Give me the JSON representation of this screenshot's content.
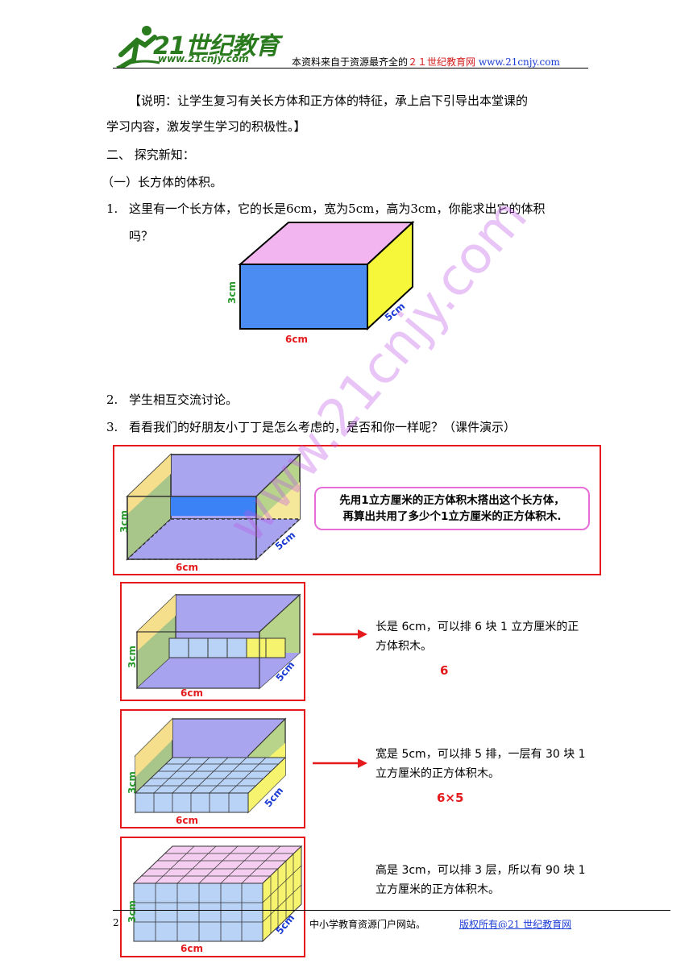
{
  "header": {
    "logo_text": "21世纪教育",
    "logo_url": "www.21cnjy.com",
    "note_prefix": "本资料来自于资源最齐全的",
    "note_site": "２１世纪教育网",
    "note_url": "www.21cnjy.com"
  },
  "body": {
    "explain": "【说明：让学生复习有关长方体和正方体的特征，承上启下引导出本堂课的",
    "explain2": "学习内容，激发学生学习的积极性。】",
    "section": "二、 探究新知：",
    "subsection": "（一）长方体的体积。",
    "q1_num": "1.",
    "q1": "这里有一个长方体，它的长是6cm，宽为5cm，高为3cm，你能求出它的体积",
    "q1b": "吗？",
    "q2_num": "2.",
    "q2": "学生相互交流讨论。",
    "q3_num": "3.",
    "q3": "看看我们的好朋友小丁丁是怎么考虑的，是否和你一样呢？（课件演示）"
  },
  "dims": {
    "length": "6cm",
    "width": "5cm",
    "height": "3cm"
  },
  "bubble": {
    "line1": "先用1立方厘米的正方体积木搭出这个长方体，",
    "line2": "再算出共用了多少个1立方厘米的正方体积木."
  },
  "steps": [
    {
      "line1": "长是 6cm，可以排 6 块 1 立方厘米的正",
      "line2": "方体积木。",
      "formula": "6"
    },
    {
      "line1": "宽是 5cm，可以排 5 排，一层有 30 块 1",
      "line2": "立方厘米的正方体积木。",
      "formula": "6×5"
    },
    {
      "line1": "高是 3cm，可以排 3 层，所以有 90 块 1",
      "line2": "立方厘米的正方体积木。",
      "formula": ""
    }
  ],
  "footer": {
    "page_num": "2",
    "text": "中小学教育资源门户网站。",
    "copyright": "版权所有@21 世纪教育网"
  },
  "watermark": "www.21cnjy.com",
  "colors": {
    "red": "#e41a1c",
    "green": "#2a7a1e",
    "blue": "#1a3ad4"
  }
}
